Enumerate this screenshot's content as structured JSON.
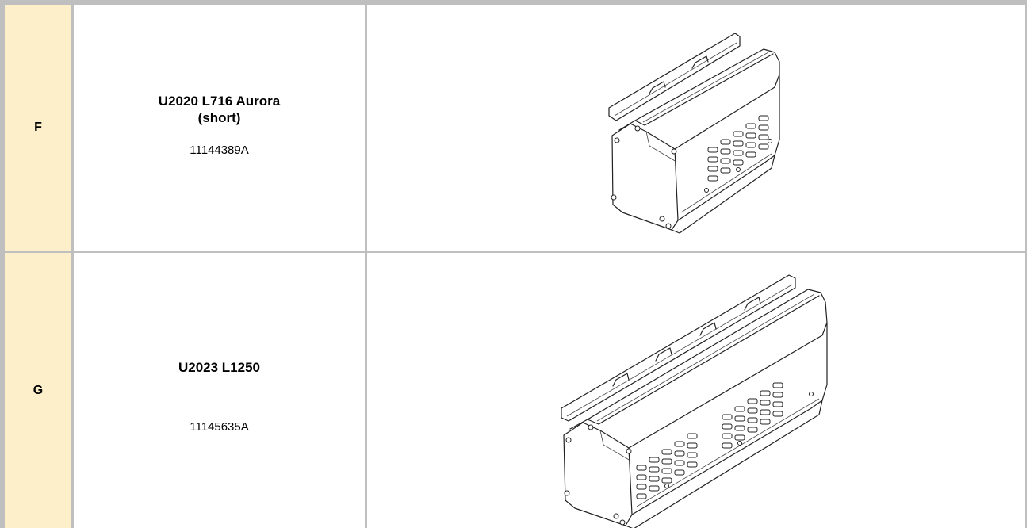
{
  "rows": [
    {
      "letter": "F",
      "title_line1": "U2020 L716 Aurora",
      "title_line2": "(short)",
      "code": "11144389A",
      "image_icon": "heater-unit-short-drawing"
    },
    {
      "letter": "G",
      "title_line1": "U2023 L1250",
      "title_line2": "",
      "code": "11145635A",
      "image_icon": "heater-unit-long-drawing"
    }
  ],
  "colors": {
    "letter_cell_bg": "#fcefc9",
    "border": "#bfbfbf"
  }
}
